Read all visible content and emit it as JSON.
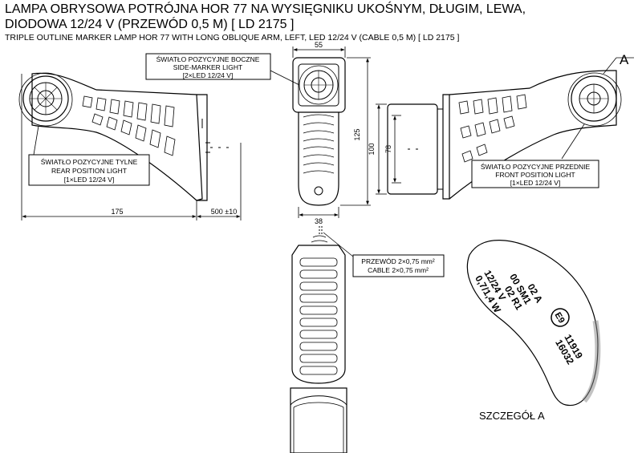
{
  "title_pl_line1": "LAMPA OBRYSOWA POTRÓJNA HOR 77 NA WYSIĘGNIKU UKOŚNYM, DŁUGIM, LEWA,",
  "title_pl_line2": "DIODOWA 12/24 V (PRZEWÓD 0,5 M) [ LD 2175 ]",
  "title_en": "TRIPLE OUTLINE MARKER LAMP HOR 77 WITH LONG OBLIQUE ARM, LEFT, LED 12/24 V (CABLE 0,5 M) [ LD 2175 ]",
  "callouts": {
    "side": {
      "pl": "ŚWIATŁO POZYCYJNE BOCZNE",
      "en": "SIDE-MARKER LIGHT",
      "spec": "[2×LED 12/24 V]"
    },
    "rear": {
      "pl": "ŚWIATŁO POZYCYJNE TYLNE",
      "en": "REAR POSITION LIGHT",
      "spec": "[1×LED 12/24 V]"
    },
    "front": {
      "pl": "ŚWIATŁO POZYCYJNE PRZEDNIE",
      "en": "FRONT POSITION LIGHT",
      "spec": "[1×LED 12/24 V]"
    },
    "cable": {
      "pl": "PRZEWÓD 2×0,75 mm²",
      "en": "CABLE 2×0,75 mm²"
    }
  },
  "dimensions": {
    "width_top": "55",
    "height_125": "125",
    "height_100": "100",
    "height_78": "78",
    "width_38": "38",
    "length_175": "175",
    "cable_len": "500 ±10"
  },
  "detail_marker": "A",
  "detail_label": "SZCZEGÓŁ A",
  "detail_text": {
    "line1": "12/24 V",
    "line2": "0,7/1,4 W",
    "line3": "02 A",
    "line4": "00 SM1",
    "line5": "02 R1",
    "emark": "E9",
    "code1": "11919",
    "code2": "16032"
  }
}
